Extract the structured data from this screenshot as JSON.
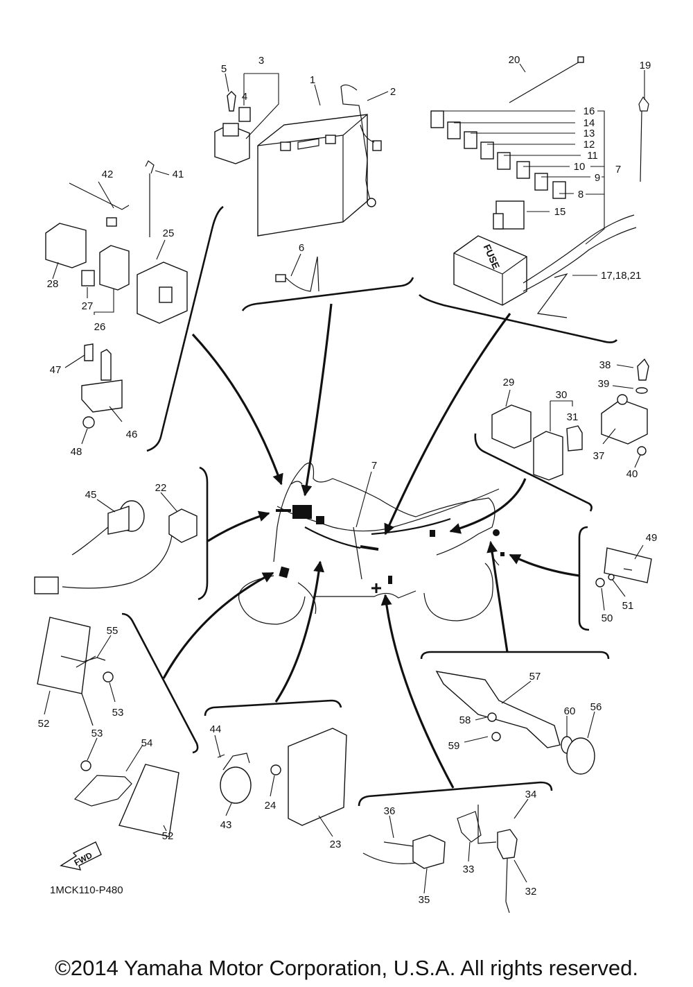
{
  "diagram_code": "1MCK110-P480",
  "fwd_label": "FWD",
  "fuse_box_label": "FUSE",
  "copyright": "©2014 Yamaha Motor Corporation, U.S.A. All rights reserved.",
  "part_numbers": {
    "p1": "1",
    "p2": "2",
    "p3": "3",
    "p4": "4",
    "p5": "5",
    "p6": "6",
    "p7": "7",
    "p7b": "7",
    "p8": "8",
    "p9": "9",
    "p10": "10",
    "p11": "11",
    "p12": "12",
    "p13": "13",
    "p14": "14",
    "p15": "15",
    "p16": "16",
    "p17": "17,18,21",
    "p19": "19",
    "p20": "20",
    "p22": "22",
    "p23": "23",
    "p24": "24",
    "p25": "25",
    "p26": "26",
    "p27": "27",
    "p28": "28",
    "p29": "29",
    "p30": "30",
    "p31": "31",
    "p32": "32",
    "p33": "33",
    "p34": "34",
    "p35": "35",
    "p36": "36",
    "p37": "37",
    "p38": "38",
    "p39": "39",
    "p40": "40",
    "p41": "41",
    "p42": "42",
    "p43": "43",
    "p44": "44",
    "p45": "45",
    "p46": "46",
    "p47": "47",
    "p48": "48",
    "p49": "49",
    "p50": "50",
    "p51": "51",
    "p52a": "52",
    "p52b": "52",
    "p53a": "53",
    "p53b": "53",
    "p54": "54",
    "p55": "55",
    "p56": "56",
    "p57": "57",
    "p58": "58",
    "p59": "59",
    "p60": "60"
  }
}
